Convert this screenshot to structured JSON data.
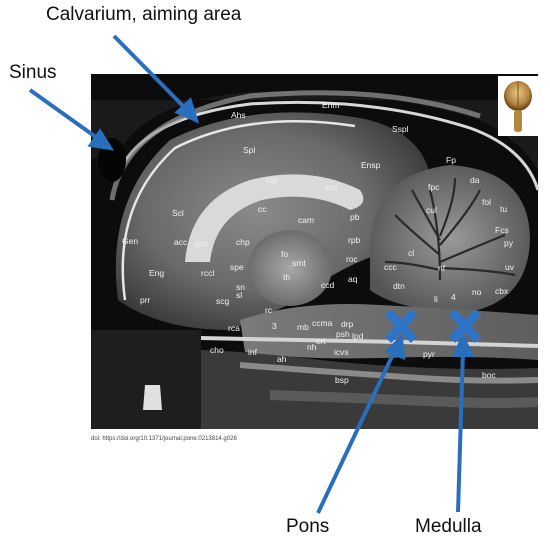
{
  "callouts": {
    "calvarium": "Calvarium, aiming area",
    "sinus": "Sinus",
    "pons": "Pons",
    "medulla": "Medulla"
  },
  "credit": "doi: https://doi.org/10.1371/journal.pone.0213814.g026",
  "labels": [
    "Ahs",
    "Enm",
    "Sspl",
    "Spl",
    "cig",
    "scc",
    "Ensp",
    "Fp",
    "da",
    "fpc",
    "cul",
    "fol",
    "tu",
    "Scl",
    "cc",
    "cam",
    "pb",
    "rpb",
    "Fcs",
    "Gen",
    "acc",
    "gcc",
    "chp",
    "fo",
    "smt",
    "roc",
    "cl",
    "ccc",
    "py",
    "nf",
    "uv",
    "Eng",
    "rccl",
    "spe",
    "th",
    "aq",
    "sn",
    "ccd",
    "dtn",
    "li",
    "4",
    "no",
    "cbx",
    "prr",
    "scg",
    "sl",
    "rc",
    "3",
    "mb",
    "crt",
    "ccma",
    "drp",
    "psh",
    "lpd",
    "rca",
    "cho",
    "inf",
    "ah",
    "nh",
    "icvs",
    "pyr",
    "boc",
    "bsp"
  ],
  "colors": {
    "arrow": "#2a6fbd",
    "marker": "#2f74c6",
    "background": "#ffffff",
    "scan": "#0c0c0c"
  },
  "icons": {
    "inset": "brain-thumbnail-icon",
    "marker": "x-marker-icon"
  }
}
